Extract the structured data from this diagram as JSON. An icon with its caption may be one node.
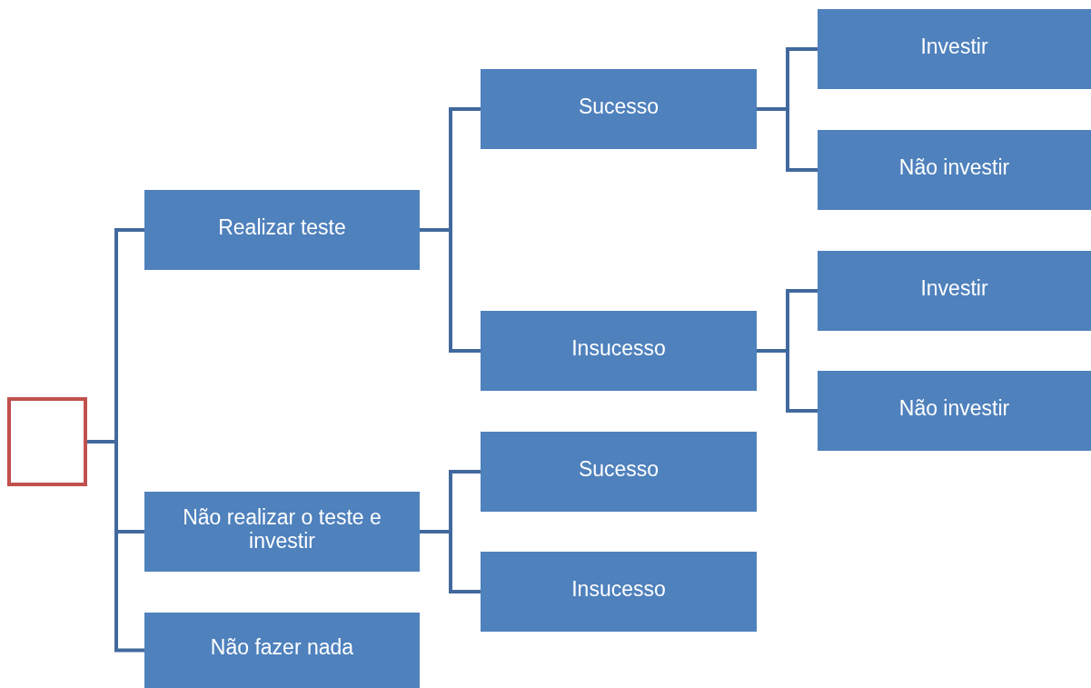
{
  "diagram": {
    "nodes": [
      {
        "text": [],
        "shape": "box"
      },
      {
        "text": [
          "Realizar teste"
        ]
      },
      {
        "text": [
          "Sucesso"
        ]
      },
      {
        "text": [
          "Investir"
        ]
      },
      {
        "text": [
          "Não investir"
        ]
      },
      {
        "text": [
          "Insucesso"
        ]
      },
      {
        "text": [
          "Investir"
        ]
      },
      {
        "text": [
          "Não investir"
        ]
      },
      {
        "text": [
          "Não realizar o teste e investir"
        ]
      },
      {
        "text": [
          "Sucesso"
        ]
      },
      {
        "text": [
          "Insucesso"
        ]
      },
      {
        "text": [
          "Não fazer nada"
        ]
      }
    ],
    "edges": [
      {
        "from": 0,
        "to": 1,
        "arrow": "none"
      },
      {
        "from": 0,
        "to": 8,
        "arrow": "none"
      },
      {
        "from": 0,
        "to": 11,
        "arrow": "none"
      },
      {
        "from": 1,
        "to": 2,
        "arrow": "none"
      },
      {
        "from": 1,
        "to": 5,
        "arrow": "none"
      },
      {
        "from": 2,
        "to": 3,
        "arrow": "none"
      },
      {
        "from": 2,
        "to": 4,
        "arrow": "none"
      },
      {
        "from": 5,
        "to": 6,
        "arrow": "none"
      },
      {
        "from": 5,
        "to": 7,
        "arrow": "none"
      },
      {
        "from": 8,
        "to": 9,
        "arrow": "none"
      },
      {
        "from": 8,
        "to": 10,
        "arrow": "none"
      }
    ]
  }
}
